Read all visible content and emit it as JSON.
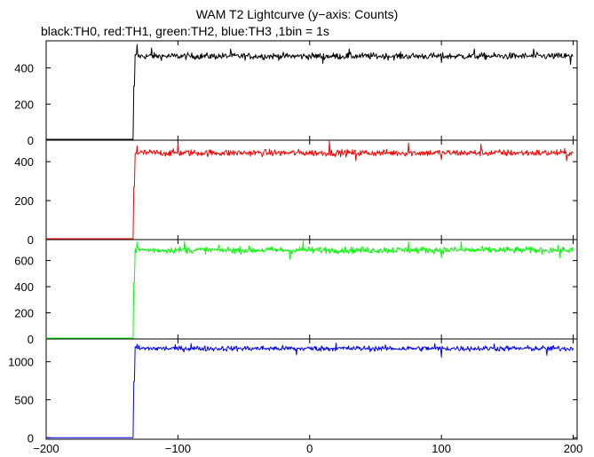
{
  "title": "WAM T2 Lightcurve (y−axis: Counts)",
  "subtitle": "black:TH0, red:TH1, green:TH2, blue:TH3 ,1bin = 1s",
  "chart_data": {
    "type": "line",
    "xlim": [
      -200,
      203
    ],
    "x_ticks": [
      "−200",
      "−100",
      "0",
      "100",
      "200"
    ],
    "x_tick_values": [
      -200,
      -100,
      0,
      100,
      200
    ],
    "panels": [
      {
        "name": "TH0",
        "color": "#000000",
        "ylim": [
          0,
          550
        ],
        "y_ticks": [
          "0",
          "200",
          "400"
        ],
        "y_tick_values": [
          0,
          200,
          400
        ],
        "series": {
          "x_start": -200,
          "x_end": 200,
          "onset_x": -133.5,
          "pre_level": 0,
          "transition_value": 300,
          "mean": 465,
          "noise": 18,
          "spikes": [
            [
              -131,
              530
            ],
            [
              -120,
              510
            ],
            [
              -60,
              505
            ],
            [
              30,
              505
            ],
            [
              125,
              505
            ],
            [
              170,
              505
            ]
          ],
          "dips": [
            [
              10,
              425
            ],
            [
              100,
              430
            ],
            [
              198,
              420
            ]
          ]
        }
      },
      {
        "name": "TH1",
        "color": "#ff0000",
        "ylim": [
          0,
          510
        ],
        "y_ticks": [
          "0",
          "200",
          "400"
        ],
        "y_tick_values": [
          0,
          200,
          400
        ],
        "series": {
          "x_start": -200,
          "x_end": 200,
          "onset_x": -133.5,
          "pre_level": 0,
          "transition_value": 270,
          "mean": 445,
          "noise": 17,
          "spikes": [
            [
              -131,
              480
            ],
            [
              -100,
              490
            ],
            [
              15,
              505
            ],
            [
              75,
              495
            ],
            [
              130,
              490
            ]
          ],
          "dips": [
            [
              35,
              405
            ],
            [
              100,
              410
            ],
            [
              195,
              405
            ]
          ]
        }
      },
      {
        "name": "TH2",
        "color": "#00ff00",
        "ylim": [
          0,
          760
        ],
        "y_ticks": [
          "0",
          "200",
          "400",
          "600"
        ],
        "y_tick_values": [
          0,
          200,
          400,
          600
        ],
        "series": {
          "x_start": -200,
          "x_end": 200,
          "onset_x": -133.5,
          "pre_level": 0,
          "transition_value": 430,
          "mean": 680,
          "noise": 25,
          "spikes": [
            [
              -131,
              740
            ],
            [
              -95,
              745
            ],
            [
              -5,
              750
            ],
            [
              75,
              745
            ],
            [
              115,
              745
            ]
          ],
          "dips": [
            [
              -15,
              610
            ],
            [
              100,
              620
            ],
            [
              190,
              620
            ]
          ]
        }
      },
      {
        "name": "TH3",
        "color": "#0000ff",
        "ylim": [
          -20,
          1300
        ],
        "y_ticks": [
          "0",
          "500",
          "1000"
        ],
        "y_tick_values": [
          0,
          500,
          1000
        ],
        "series": {
          "x_start": -200,
          "x_end": 200,
          "onset_x": -133.5,
          "pre_level": 0,
          "transition_value": 740,
          "mean": 1175,
          "noise": 35,
          "spikes": [
            [
              -131,
              1230
            ],
            [
              -90,
              1240
            ],
            [
              20,
              1245
            ],
            [
              95,
              1240
            ],
            [
              140,
              1235
            ]
          ],
          "dips": [
            [
              -10,
              1090
            ],
            [
              100,
              1060
            ],
            [
              180,
              1085
            ]
          ]
        }
      }
    ]
  }
}
